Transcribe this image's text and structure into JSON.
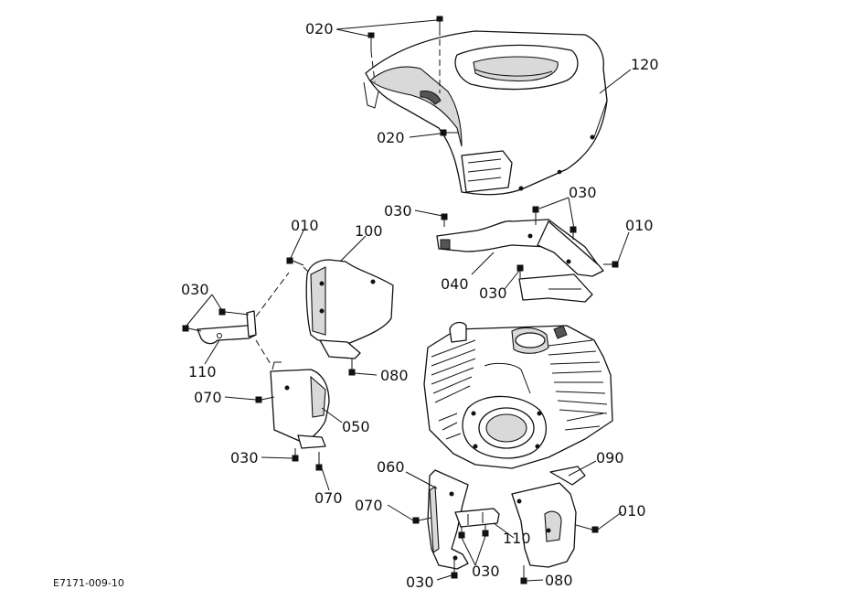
{
  "drawing_code": "E7171-009-10",
  "callouts": [
    {
      "id": "c020a",
      "text": "020"
    },
    {
      "id": "c120",
      "text": "120"
    },
    {
      "id": "c020b",
      "text": "020"
    },
    {
      "id": "c030a",
      "text": "030"
    },
    {
      "id": "c030b",
      "text": "030"
    },
    {
      "id": "c010a",
      "text": "010"
    },
    {
      "id": "c100",
      "text": "100"
    },
    {
      "id": "c010b",
      "text": "010"
    },
    {
      "id": "c030c",
      "text": "030"
    },
    {
      "id": "c040",
      "text": "040"
    },
    {
      "id": "c030d",
      "text": "030"
    },
    {
      "id": "c110a",
      "text": "110"
    },
    {
      "id": "c080a",
      "text": "080"
    },
    {
      "id": "c070a",
      "text": "070"
    },
    {
      "id": "c050",
      "text": "050"
    },
    {
      "id": "c030e",
      "text": "030"
    },
    {
      "id": "c070b",
      "text": "070"
    },
    {
      "id": "c060",
      "text": "060"
    },
    {
      "id": "c090",
      "text": "090"
    },
    {
      "id": "c070c",
      "text": "070"
    },
    {
      "id": "c010c",
      "text": "010"
    },
    {
      "id": "c110b",
      "text": "110"
    },
    {
      "id": "c030f",
      "text": "030"
    },
    {
      "id": "c030g",
      "text": "030"
    },
    {
      "id": "c080b",
      "text": "080"
    }
  ]
}
